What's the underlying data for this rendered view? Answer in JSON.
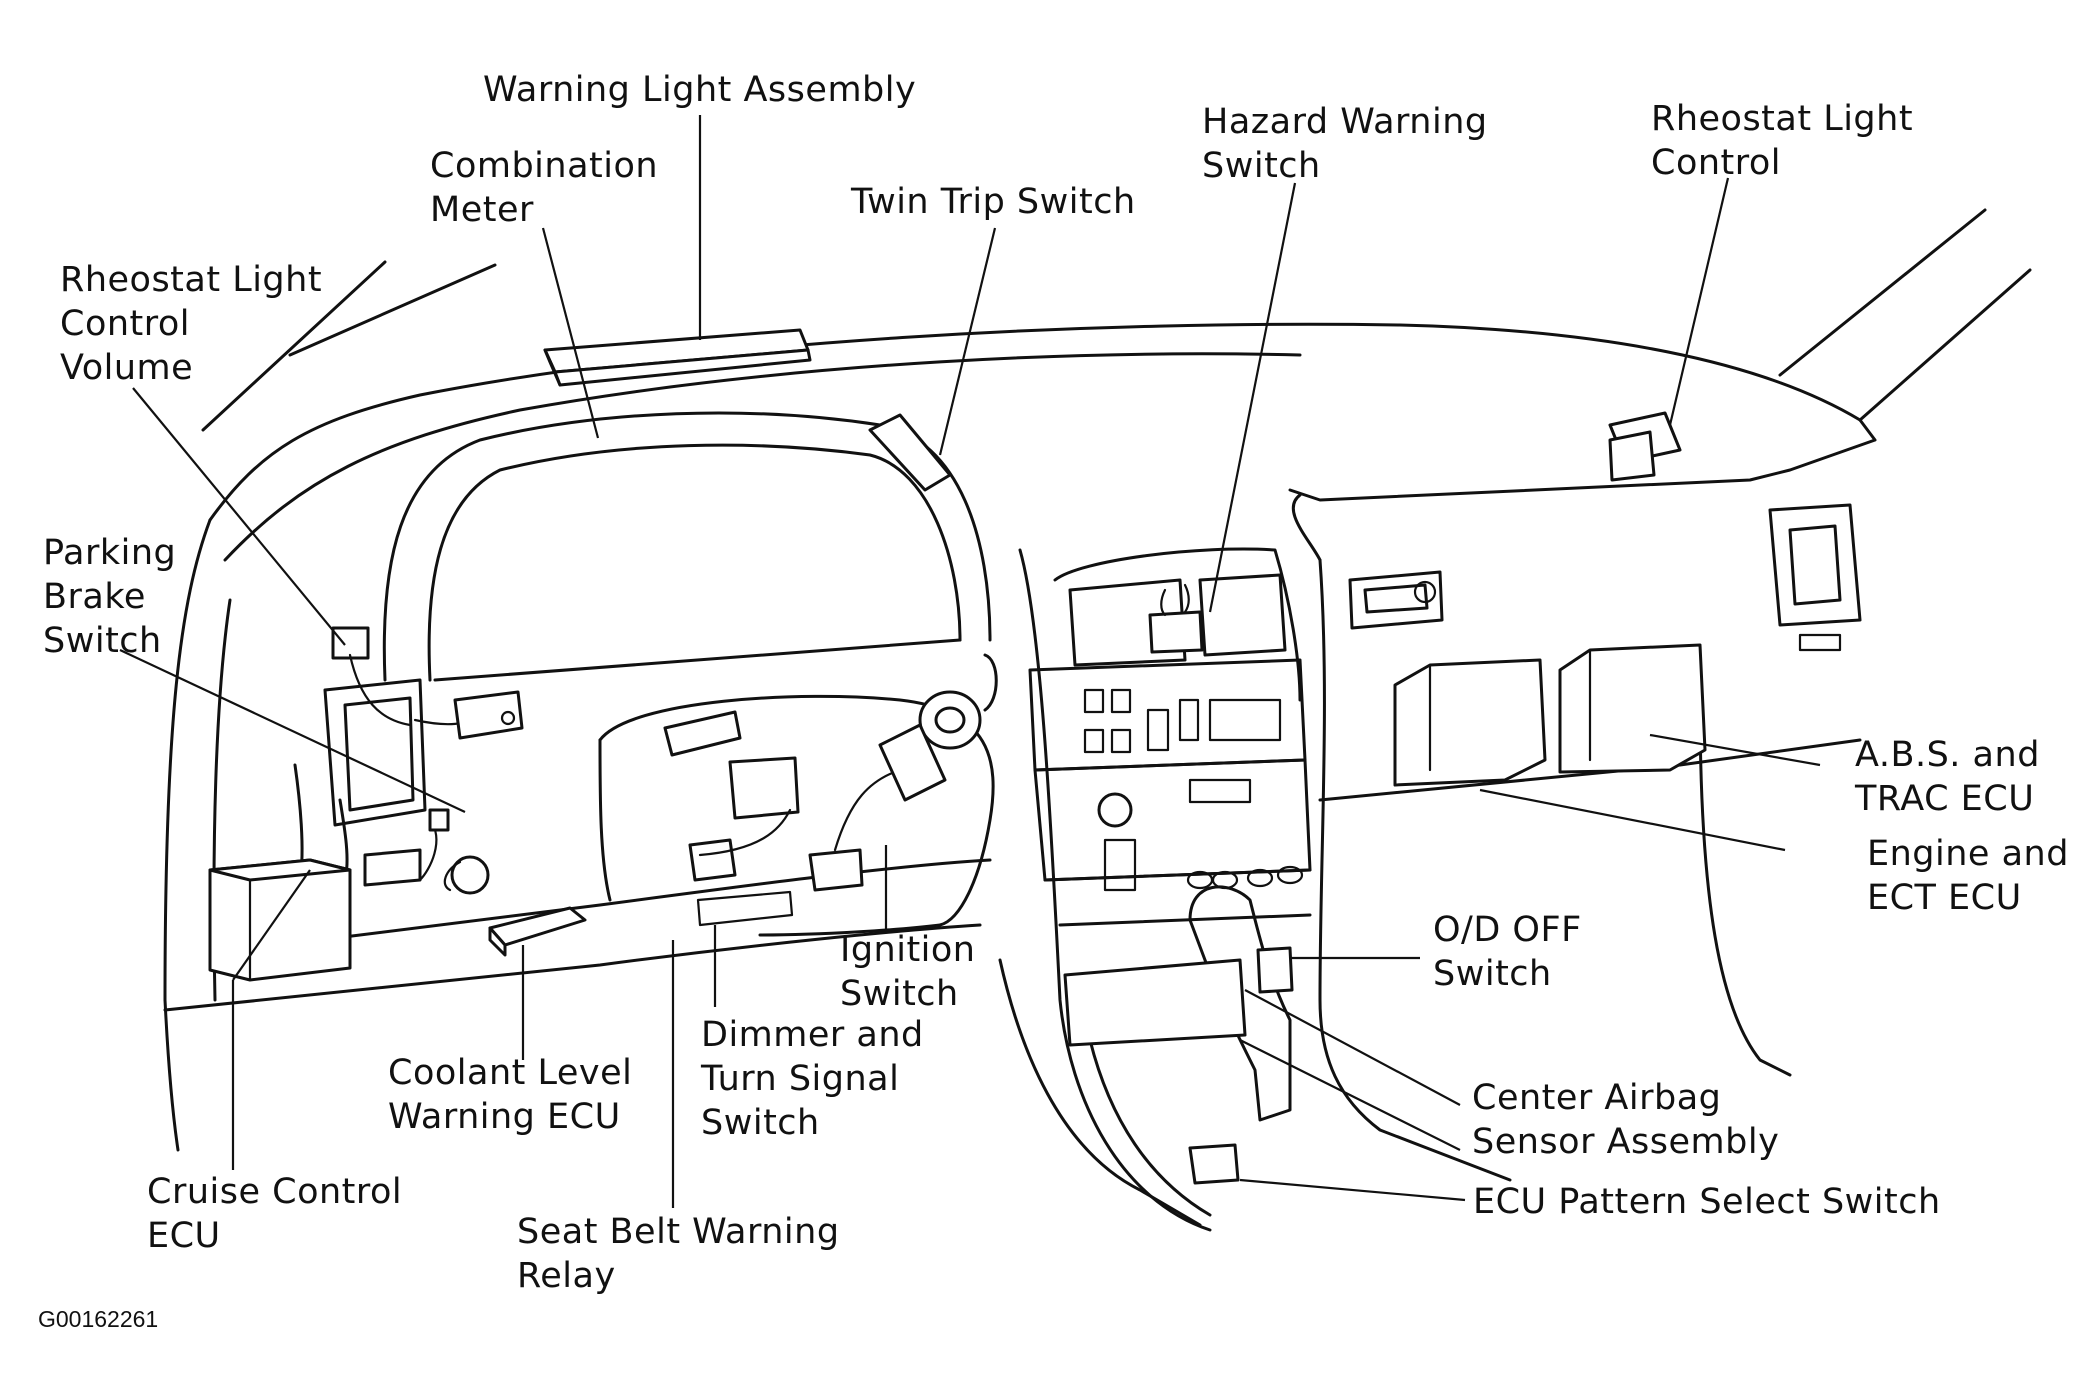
{
  "labels": {
    "warning_light_assembly": "Warning Light Assembly",
    "combination_meter_1": "Combination",
    "combination_meter_2": "Meter",
    "twin_trip_switch": "Twin Trip Switch",
    "hazard_warning_1": "Hazard Warning",
    "hazard_warning_2": "Switch",
    "rheostat_right_1": "Rheostat Light",
    "rheostat_right_2": "Control",
    "rheostat_left_1": "Rheostat Light",
    "rheostat_left_2": "Control",
    "rheostat_left_3": "Volume",
    "parking_brake_1": "Parking",
    "parking_brake_2": "Brake",
    "parking_brake_3": "Switch",
    "abs_trac_1": "A.B.S. and",
    "abs_trac_2": "TRAC ECU",
    "engine_ect_1": "Engine and",
    "engine_ect_2": "ECT ECU",
    "od_off_1": "O/D OFF",
    "od_off_2": "Switch",
    "ignition_1": "Ignition",
    "ignition_2": "Switch",
    "dimmer_1": "Dimmer and",
    "dimmer_2": "Turn Signal",
    "dimmer_3": "Switch",
    "coolant_1": "Coolant Level",
    "coolant_2": "Warning ECU",
    "center_airbag_1": "Center Airbag",
    "center_airbag_2": "Sensor Assembly",
    "ecu_pattern": "ECU Pattern Select Switch",
    "cruise_1": "Cruise Control",
    "cruise_2": "ECU",
    "seat_belt_1": "Seat Belt Warning",
    "seat_belt_2": "Relay"
  },
  "figure_code": "G00162261"
}
